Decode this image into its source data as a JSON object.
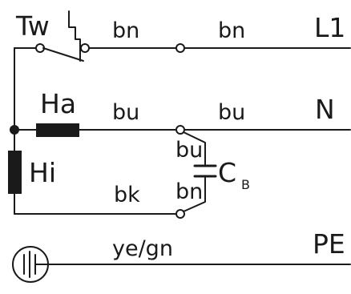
{
  "labels": {
    "tw": "Tw",
    "ha": "Ha",
    "hi": "Hi",
    "cb_main": "C",
    "cb_sub": "B",
    "l1": "L1",
    "n": "N",
    "pe": "PE"
  },
  "wires": {
    "l1_left": "bn",
    "l1_right": "bn",
    "n_left": "bu",
    "n_right": "bu",
    "cap_top": "bu",
    "cap_bottom": "bn",
    "bk": "bk",
    "pe": "ye/gn"
  }
}
